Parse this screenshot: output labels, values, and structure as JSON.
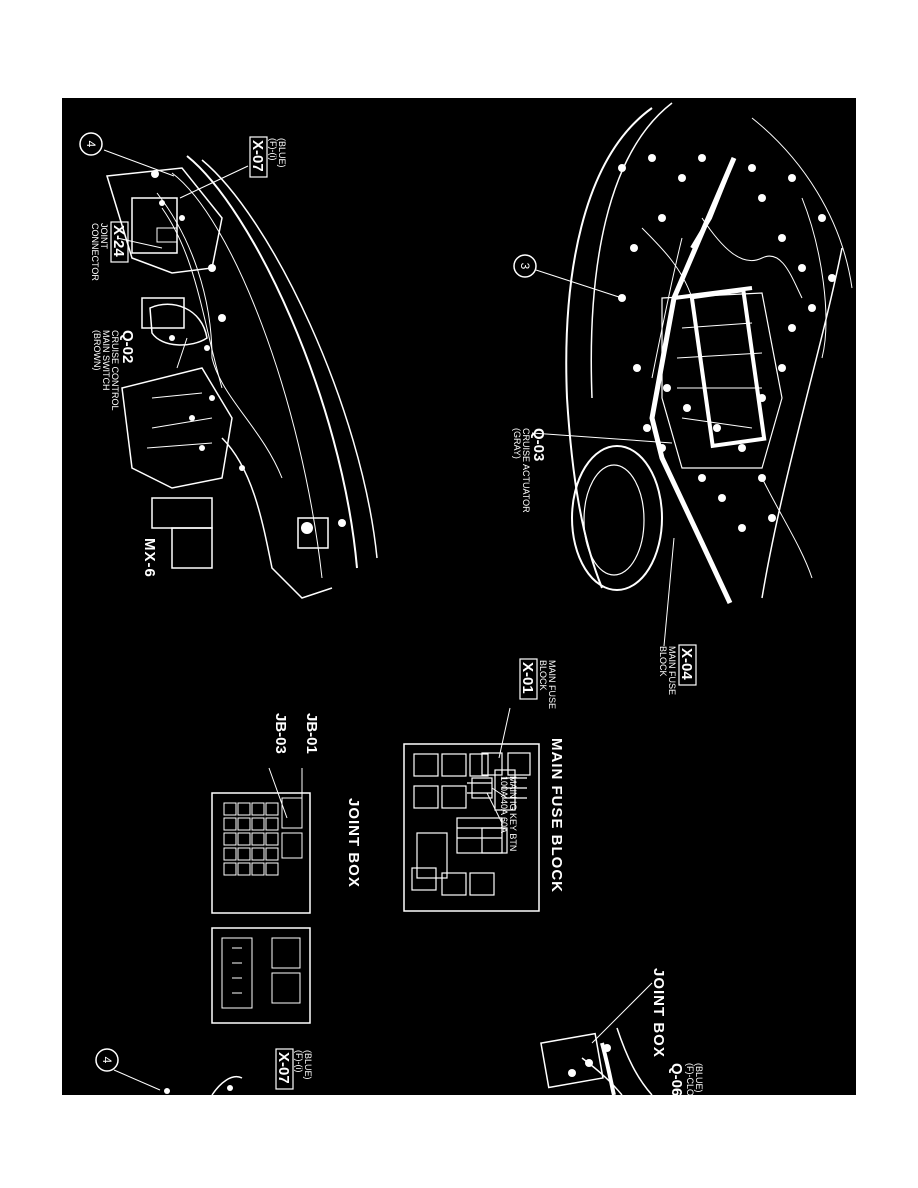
{
  "colors": {
    "background": "#000000",
    "ink": "#ffffff",
    "page": "#ffffff"
  },
  "callouts": {
    "c3": "3",
    "c4": "4",
    "c4b": "4"
  },
  "labels": {
    "x07": {
      "code": "X-07",
      "l1": "(BLUE)",
      "l2": "(F)-(i)"
    },
    "x24": {
      "code": "X-24",
      "l1": "JOINT",
      "l2": "CONNECTOR"
    },
    "q02": {
      "code": "Q-02",
      "l1": "CRUISE CONTROL",
      "l2": "MAIN SWITCH",
      "l3": "(BROWN)"
    },
    "q03": {
      "code": "Q-03",
      "l1": "CRUISE ACTUATOR",
      "l2": "(GRAY)"
    },
    "mx6": "MX-6",
    "x04": {
      "code": "X-04",
      "l1": "MAIN FUSE",
      "l2": "BLOCK"
    },
    "x01": {
      "code": "X-01",
      "l1": "MAIN FUSE",
      "l2": "BLOCK"
    },
    "mfb": {
      "title": "MAIN FUSE BLOCK",
      "f1": "MAIN IG KEY BTN",
      "f2": "100A    40A    60A"
    },
    "jb": {
      "title": "JOINT BOX",
      "jb01": "JB-01",
      "jb03": "JB-03"
    },
    "bottom": {
      "title": "JOINT BOX",
      "q06": "Q-06",
      "l1": "(BLUE)",
      "l2": "(F)-CLOCK S",
      "x07": "X-07",
      "x07l1": "(BLUE)",
      "x07l2": "(F)-(i)"
    }
  }
}
